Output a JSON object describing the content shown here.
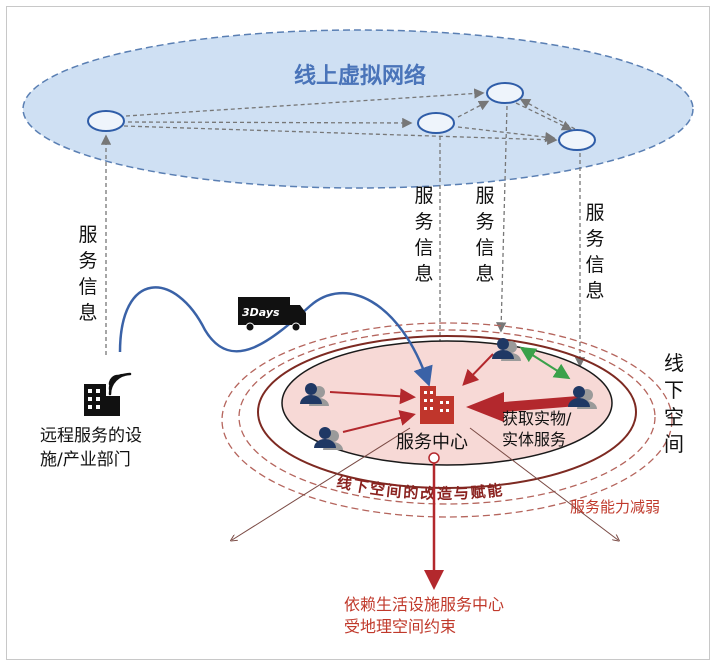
{
  "online_network": {
    "title": "线上虚拟网络"
  },
  "service_info_labels": [
    {
      "text": "服务信息"
    },
    {
      "text": "服务信息"
    },
    {
      "text": "服务信息"
    },
    {
      "text": "服务信息"
    }
  ],
  "truck_text": "3Days",
  "remote": {
    "line1": "远程服务的设",
    "line2": "施/产业部门"
  },
  "offline": {
    "text": "线下空间"
  },
  "center": {
    "label": "服务中心"
  },
  "physical_service": {
    "line1": "获取实物/",
    "line2": "实体服务"
  },
  "transform_arc_text": "线下空间的改造与赋能",
  "weakening": "服务能力减弱",
  "constraint": {
    "line1": "依赖生活设施服务中心",
    "line2": "受地理空间约束"
  },
  "colors": {
    "ellipse_fill": "#cfe0f3",
    "ellipse_border": "#5a7fb3",
    "title_blue": "#4a74b9",
    "node_border": "#2f5da8",
    "dark_red": "#9e2a2b",
    "inner_fill": "#f7d9d6",
    "green": "#3aa14a",
    "cable_blue": "#3a62a7"
  }
}
